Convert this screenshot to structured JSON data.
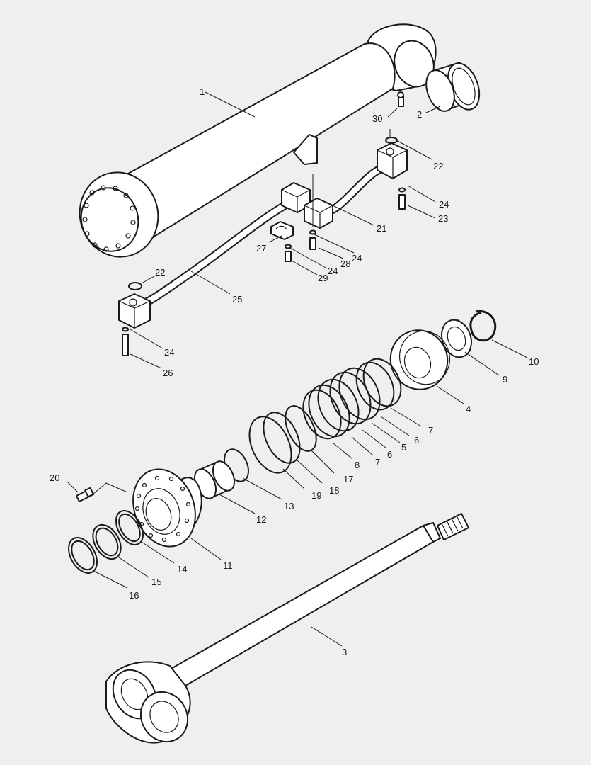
{
  "colors": {
    "background": "#efefef",
    "line": "#1a1a1a",
    "part_fill": "#ffffff"
  },
  "callouts": {
    "c1": "1",
    "c2": "2",
    "c3": "3",
    "c4": "4",
    "c5": "5",
    "c6a": "6",
    "c6b": "6",
    "c7a": "7",
    "c7b": "7",
    "c8": "8",
    "c9": "9",
    "c10": "10",
    "c11": "11",
    "c12": "12",
    "c13": "13",
    "c14": "14",
    "c15": "15",
    "c16": "16",
    "c17": "17",
    "c18": "18",
    "c19": "19",
    "c20": "20",
    "c21": "21",
    "c22a": "22",
    "c22b": "22",
    "c23": "23",
    "c24a": "24",
    "c24b": "24",
    "c24c": "24",
    "c24d": "24",
    "c25": "25",
    "c26": "26",
    "c27": "27",
    "c28": "28",
    "c29": "29",
    "c30": "30"
  }
}
